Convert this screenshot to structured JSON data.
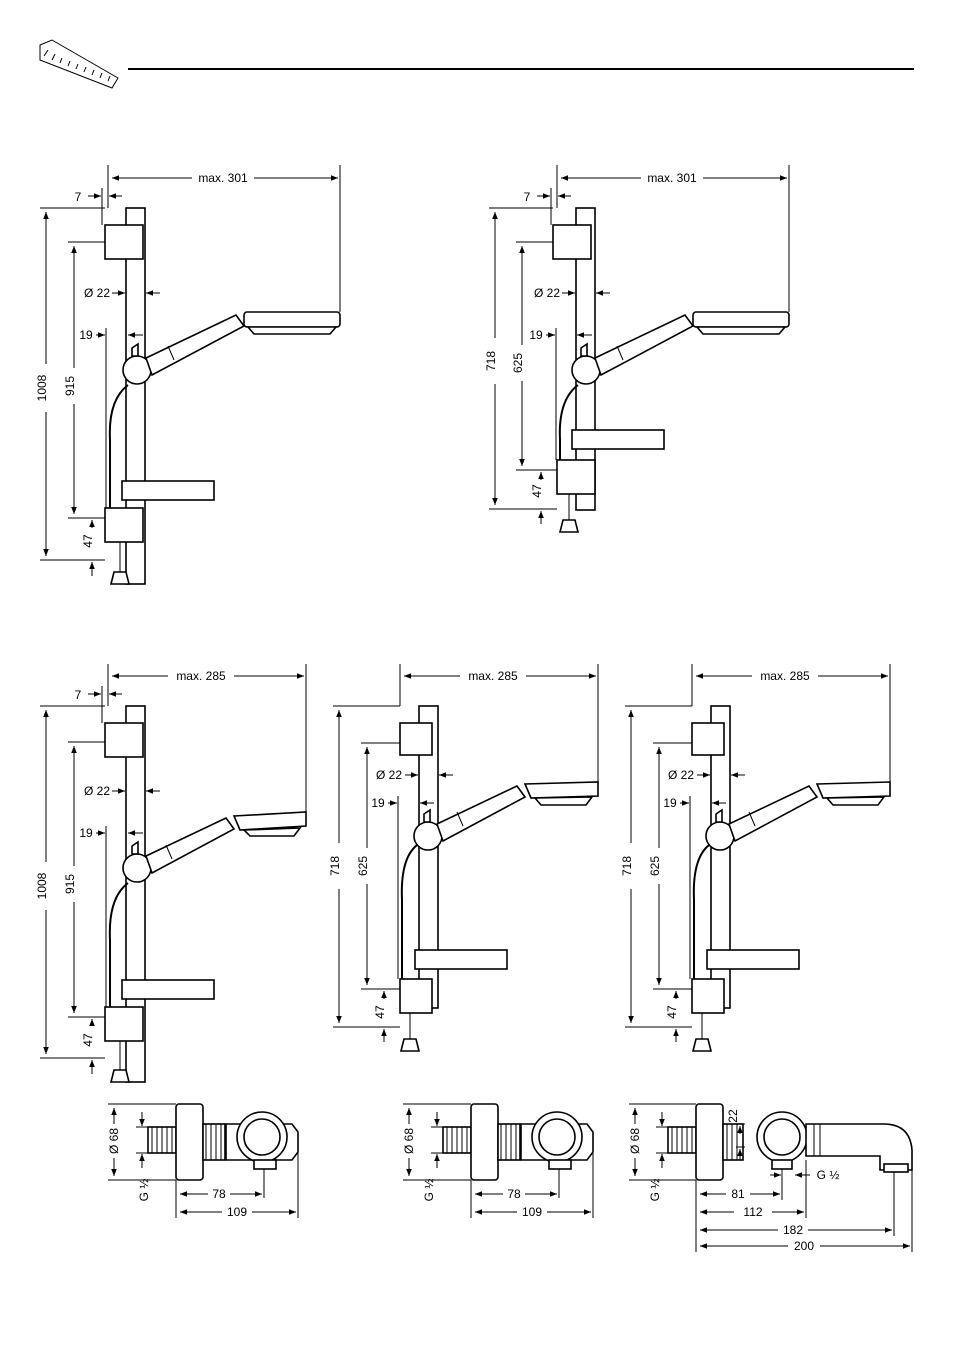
{
  "header": {
    "icon": "ruler-icon"
  },
  "dimensions": {
    "max301": "max. 301",
    "max285": "max. 285",
    "d7": "7",
    "d19": "19",
    "dia22": "Ø 22",
    "h1008": "1008",
    "h915": "915",
    "h718": "718",
    "h625": "625",
    "h47": "47",
    "dia68": "Ø 68",
    "g12": "G ½",
    "w78": "78",
    "w109": "109",
    "d22": "22",
    "w81": "81",
    "w112": "112",
    "w182": "182",
    "w200": "200"
  }
}
